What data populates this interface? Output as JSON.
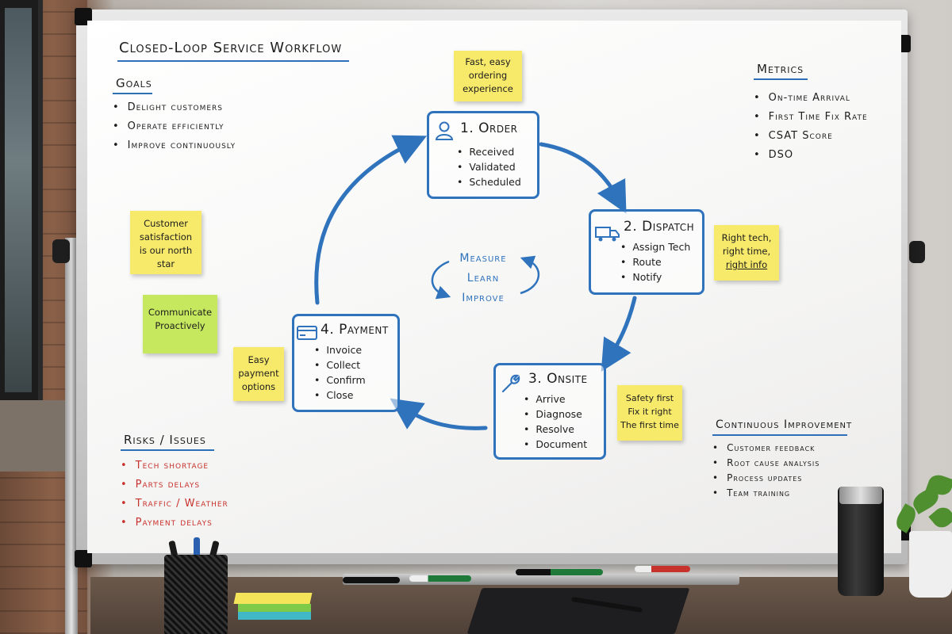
{
  "board": {
    "title": "Closed-Loop Service Workflow",
    "goals": {
      "heading": "Goals",
      "items": [
        "Delight customers",
        "Operate efficiently",
        "Improve continuously"
      ]
    },
    "metrics": {
      "heading": "Metrics",
      "items": [
        "On-time Arrival",
        "First Time Fix Rate",
        "CSAT Score",
        "DSO"
      ]
    },
    "risks": {
      "heading": "Risks / Issues",
      "items": [
        "Tech shortage",
        "Parts delays",
        "Traffic / Weather",
        "Payment delays"
      ]
    },
    "improvement": {
      "heading": "Continuous Improvement",
      "items": [
        "Customer feedback",
        "Root cause analysis",
        "Process updates",
        "Team training"
      ]
    },
    "center": {
      "line1": "Measure",
      "line2": "Learn",
      "line3": "Improve"
    },
    "steps": [
      {
        "title": "1. Order",
        "icon": "user-icon",
        "items": [
          "Received",
          "Validated",
          "Scheduled"
        ]
      },
      {
        "title": "2. Dispatch",
        "icon": "truck-icon",
        "items": [
          "Assign Tech",
          "Route",
          "Notify"
        ]
      },
      {
        "title": "3. Onsite",
        "icon": "wrench-icon",
        "items": [
          "Arrive",
          "Diagnose",
          "Resolve",
          "Document"
        ]
      },
      {
        "title": "4. Payment",
        "icon": "credit-card-icon",
        "items": [
          "Invoice",
          "Collect",
          "Confirm",
          "Close"
        ]
      }
    ],
    "stickies": {
      "order_note": [
        "Fast, easy",
        "ordering",
        "experience"
      ],
      "dispatch_note": [
        "Right tech,",
        "right time,",
        "right info"
      ],
      "onsite_note": [
        "Safety first",
        "Fix it right",
        "The first time"
      ],
      "payment_note": [
        "Easy",
        "payment",
        "options"
      ],
      "north_star_note": [
        "Customer",
        "satisfaction",
        "is our north",
        "star"
      ],
      "communicate_note": [
        "Communicate",
        "Proactively"
      ]
    },
    "colors": {
      "accent_blue": "#2f73bd",
      "risk_red": "#c8322d",
      "sticky_yellow": "#f7e96a",
      "sticky_green": "#c6e85e"
    }
  }
}
